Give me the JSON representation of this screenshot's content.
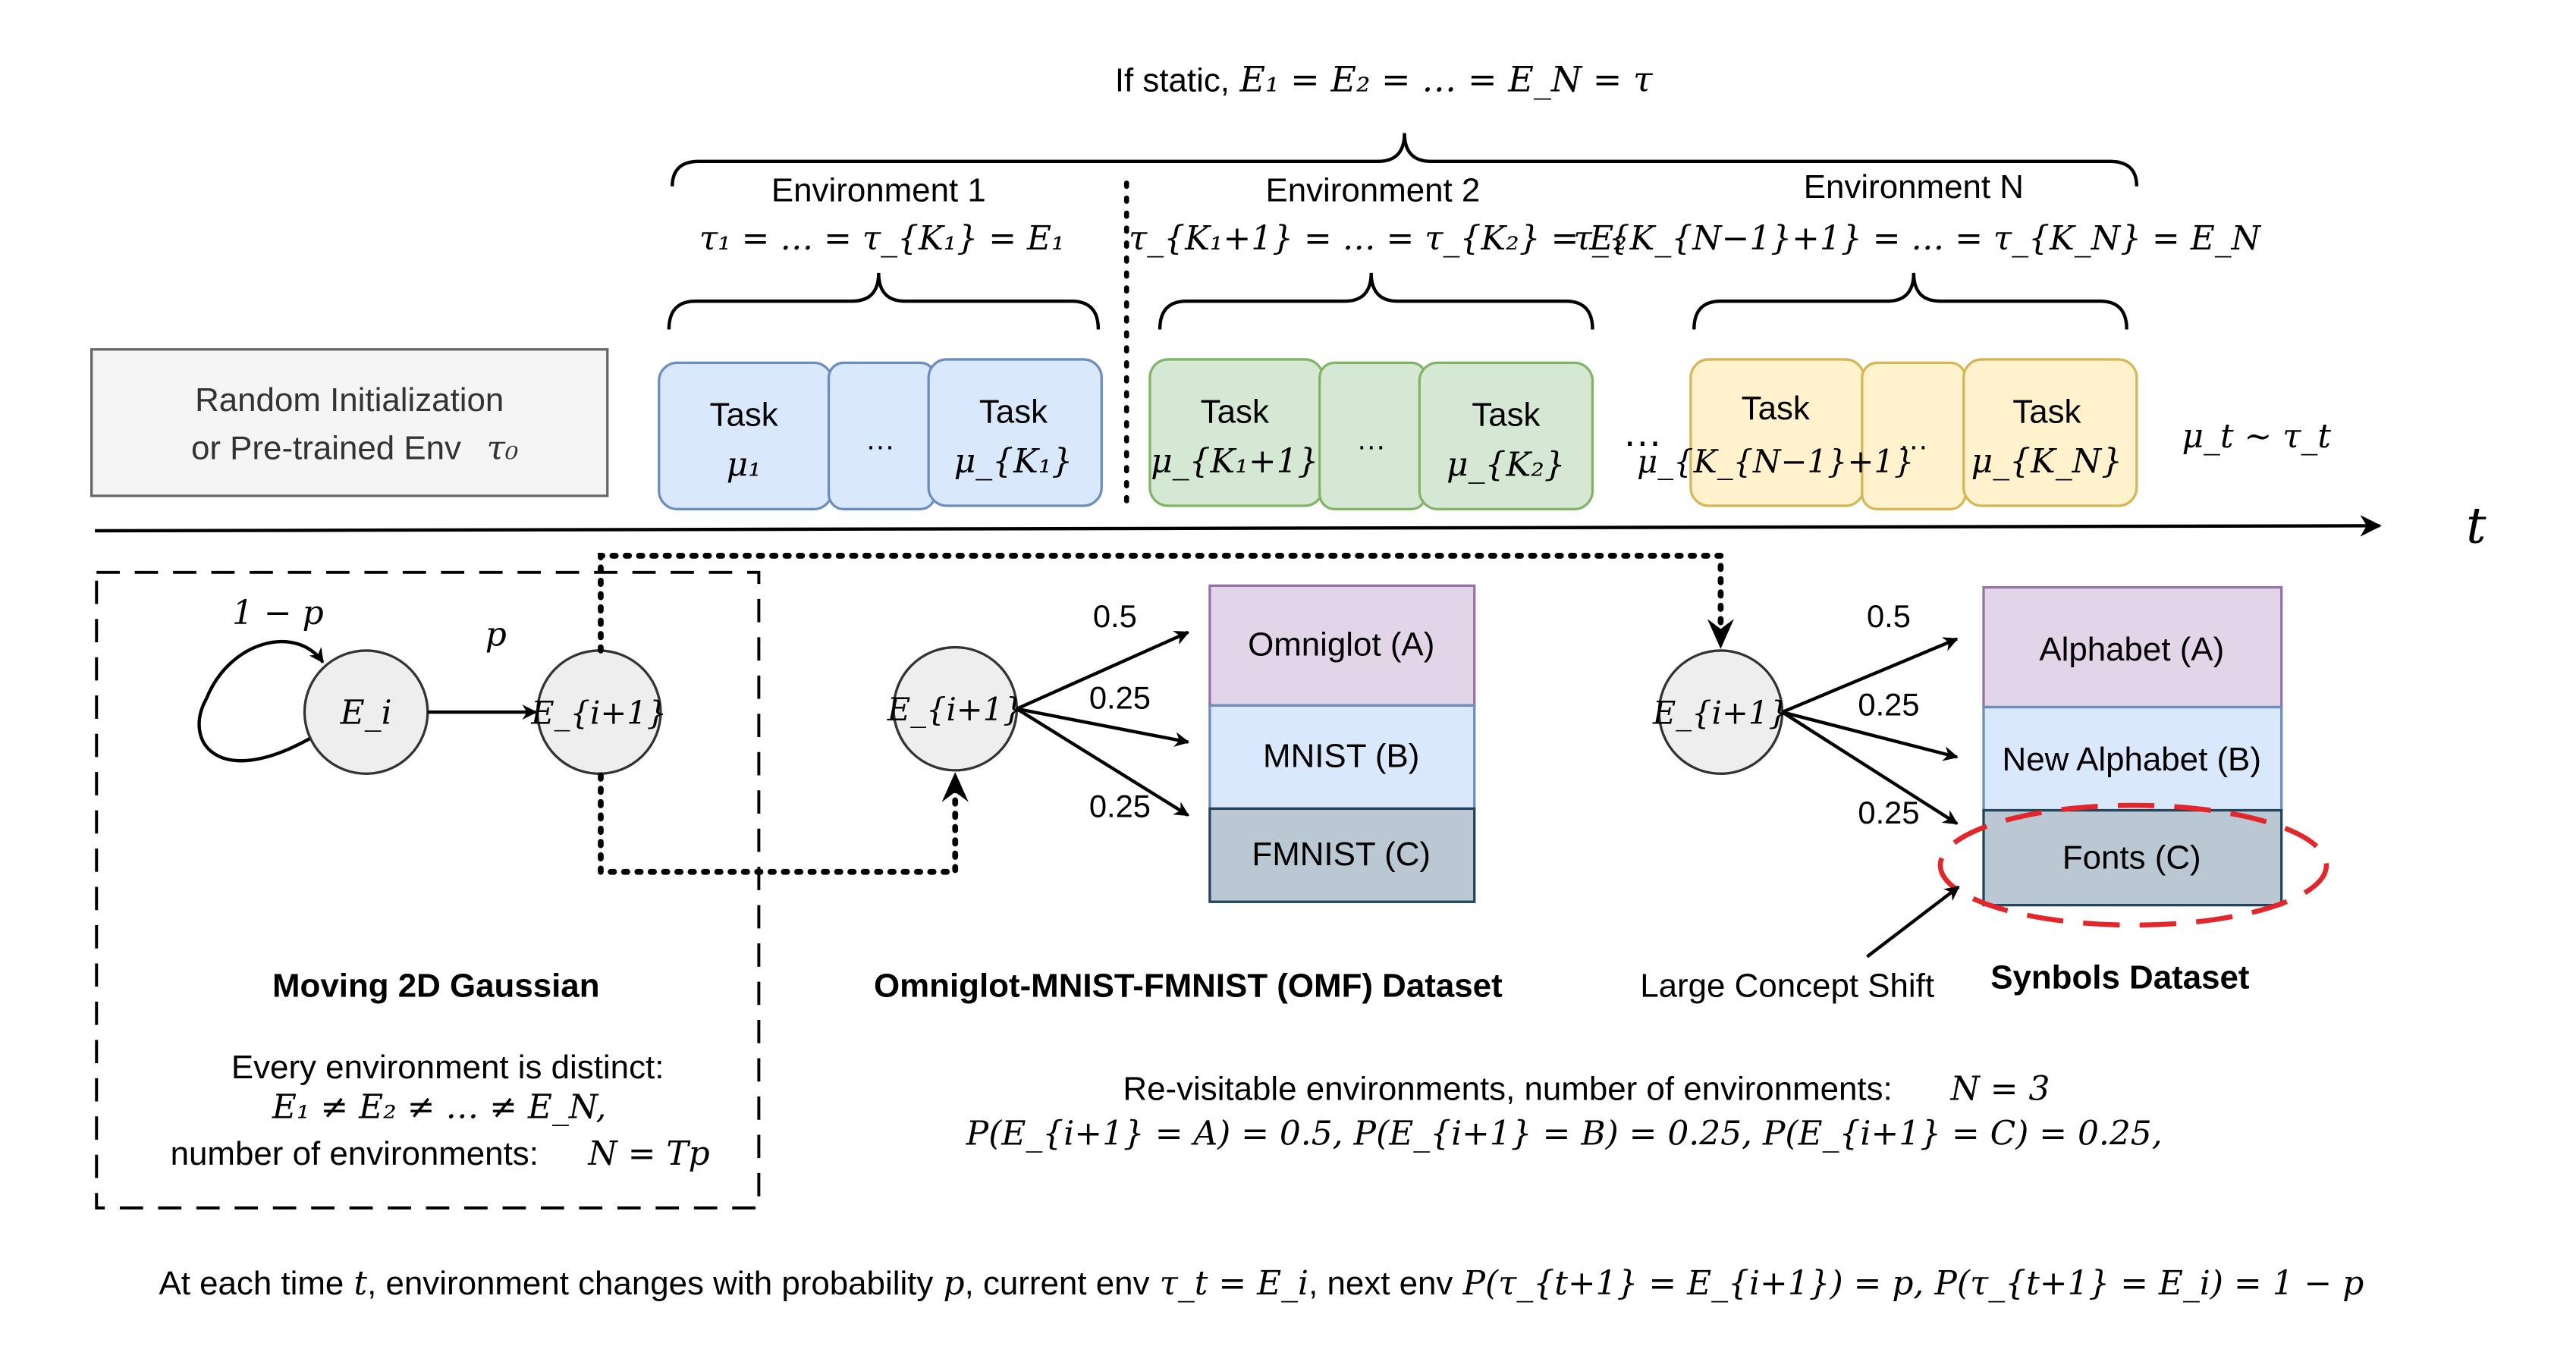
{
  "top": {
    "static_prefix": "If static,",
    "static_formula": "E₁ = E₂ = … = E_N = τ"
  },
  "environments": [
    {
      "title": "Environment 1",
      "formula": "τ₁ = … = τ_{K₁} = E₁",
      "fill": "#dae8fc",
      "stroke": "#6c8ebf",
      "tasks": [
        {
          "label": "Task",
          "mu": "μ₁"
        },
        {
          "label": "…",
          "mu": ""
        },
        {
          "label": "Task",
          "mu": "μ_{K₁}"
        }
      ]
    },
    {
      "title": "Environment 2",
      "formula": "τ_{K₁+1} = … = τ_{K₂} = E₂",
      "fill": "#d5e8d4",
      "stroke": "#82b366",
      "tasks": [
        {
          "label": "Task",
          "mu": "μ_{K₁+1}"
        },
        {
          "label": "…",
          "mu": ""
        },
        {
          "label": "Task",
          "mu": "μ_{K₂}"
        }
      ]
    },
    {
      "title": "Environment N",
      "formula": "τ_{K_{N−1}+1} = … = τ_{K_N} = E_N",
      "fill": "#fff2cc",
      "stroke": "#d6b656",
      "tasks": [
        {
          "label": "Task",
          "mu": "μ_{K_{N−1}+1}"
        },
        {
          "label": "…",
          "mu": ""
        },
        {
          "label": "Task",
          "mu": "μ_{K_N}"
        }
      ]
    }
  ],
  "between_ellipsis": "…",
  "init_box": {
    "line1": "Random Initialization",
    "line2_text": "or Pre-trained Env",
    "line2_math": "τ₀"
  },
  "mu_relation": "μ_t ∼ τ_t",
  "time_label": "t",
  "gaussian": {
    "self_loop_label": "1 − p",
    "transition_label": "p",
    "node_i": "E_i",
    "node_next": "E_{i+1}",
    "title": "Moving 2D Gaussian",
    "desc1": "Every environment is distinct:",
    "desc2": "E₁ ≠ E₂ ≠ … ≠ E_N,",
    "desc3_text": "number of environments:",
    "desc3_math": "N = Tp"
  },
  "omf": {
    "node": "E_{i+1}",
    "probs": [
      "0.5",
      "0.25",
      "0.25"
    ],
    "datasets": [
      {
        "name": "Omniglot (A)",
        "fill": "#e1d5e7",
        "stroke": "#9673a6"
      },
      {
        "name": "MNIST (B)",
        "fill": "#dae8fc",
        "stroke": "#6c8ebf"
      },
      {
        "name": "FMNIST (C)",
        "fill": "#bac8d3",
        "stroke": "#23445d"
      }
    ],
    "title": "Omniglot-MNIST-FMNIST (OMF) Dataset"
  },
  "symbols": {
    "node": "E_{i+1}",
    "probs": [
      "0.5",
      "0.25",
      "0.25"
    ],
    "datasets": [
      {
        "name": "Alphabet (A)",
        "fill": "#e1d5e7",
        "stroke": "#9673a6"
      },
      {
        "name": "New Alphabet (B)",
        "fill": "#dae8fc",
        "stroke": "#6c8ebf"
      },
      {
        "name": "Fonts (C)",
        "fill": "#bac8d3",
        "stroke": "#23445d"
      }
    ],
    "shift_label": "Large Concept Shift",
    "title": "Synbols Dataset",
    "highlight_color": "#e3262b"
  },
  "revisit": {
    "line1_text": "Re-visitable environments, number of environments:",
    "line1_math": "N = 3",
    "line2": "P(E_{i+1} = A) = 0.5, P(E_{i+1} = B) = 0.25, P(E_{i+1} = C) = 0.25,"
  },
  "bottom": {
    "p1": "At each time",
    "m1": "t",
    "p2": ", environment changes with probability",
    "m2": "p",
    "p3": ", current env",
    "m3": "τ_t = E_i",
    "p4": ", next env",
    "m4": "P(τ_{t+1} = E_{i+1}) = p, P(τ_{t+1} = E_i) = 1 − p"
  }
}
